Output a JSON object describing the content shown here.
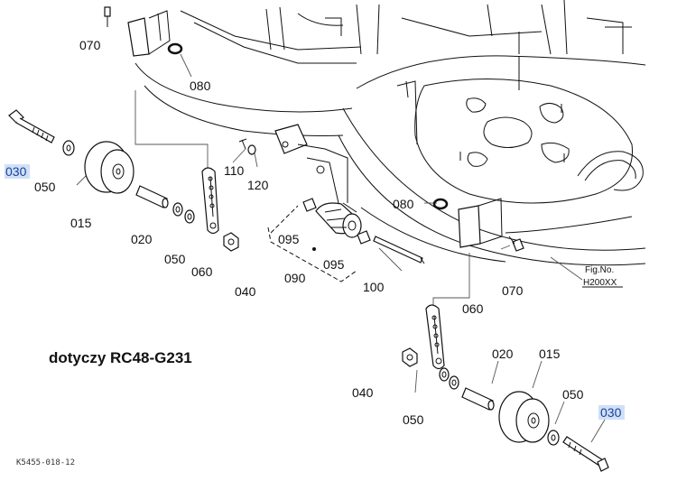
{
  "labels": {
    "p070_top": "070",
    "p080_top": "080",
    "p030_left": "030",
    "p050_left": "050",
    "p015_left": "015",
    "p020_left": "020",
    "p050_left_b": "050",
    "p060_left": "060",
    "p040_left": "040",
    "p110": "110",
    "p120": "120",
    "p080_mid": "080",
    "p095_a": "095",
    "p095_b": "095",
    "p090": "090",
    "p100": "100",
    "p070_right": "070",
    "p060_right": "060",
    "p040_right": "040",
    "p020_right": "020",
    "p015_right": "015",
    "p050_right": "050",
    "p050_right_b": "050",
    "p030_right": "030"
  },
  "fig_no_label": "Fig.No.",
  "fig_no_value": "H200XX",
  "caption": "dotyczy RC48-G231",
  "drawing_code": "K5455-018-12",
  "colors": {
    "highlight_bg": "#cfe0f7",
    "highlight_text": "#1a3f9a"
  }
}
